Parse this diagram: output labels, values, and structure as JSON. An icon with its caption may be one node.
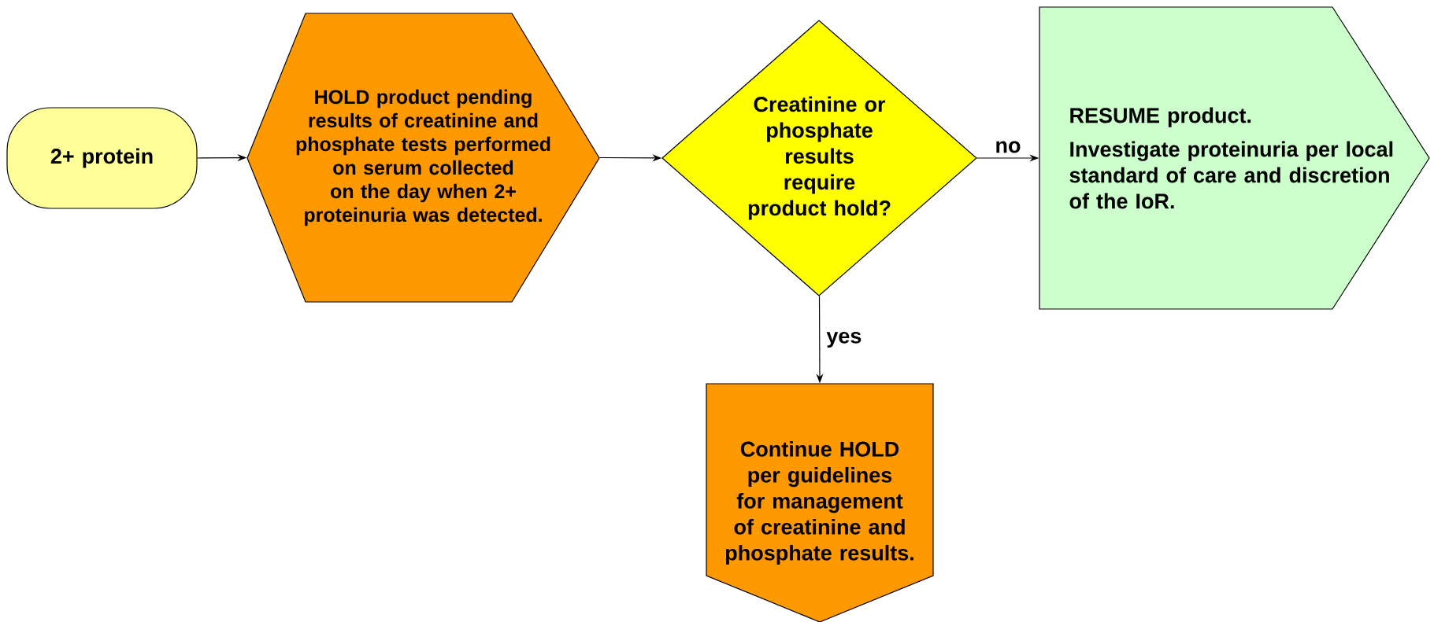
{
  "diagram": {
    "nodes": [
      {
        "text": [
          "2+ protein"
        ]
      },
      {
        "text": [
          "HOLD product pending results of creatinine and phosphate tests performed on serum collected on the day when 2+ proteinuria was detected."
        ]
      },
      {
        "text": [
          "Creatinine or phosphate results require product hold?"
        ]
      },
      {
        "text": [
          "RESUME product.",
          "Investigate proteinuria per local standard of care and discretion of the IoR."
        ]
      },
      {
        "text": [
          "Continue HOLD per guidelines for management of creatinine and phosphate results."
        ]
      }
    ],
    "edges": [
      {
        "from": 0,
        "to": 1,
        "arrow": "to"
      },
      {
        "from": 1,
        "to": 2,
        "arrow": "to"
      },
      {
        "from": 2,
        "to": 3,
        "arrow": "to",
        "label": "no"
      },
      {
        "from": 2,
        "to": 4,
        "arrow": "to",
        "label": "yes"
      }
    ]
  }
}
